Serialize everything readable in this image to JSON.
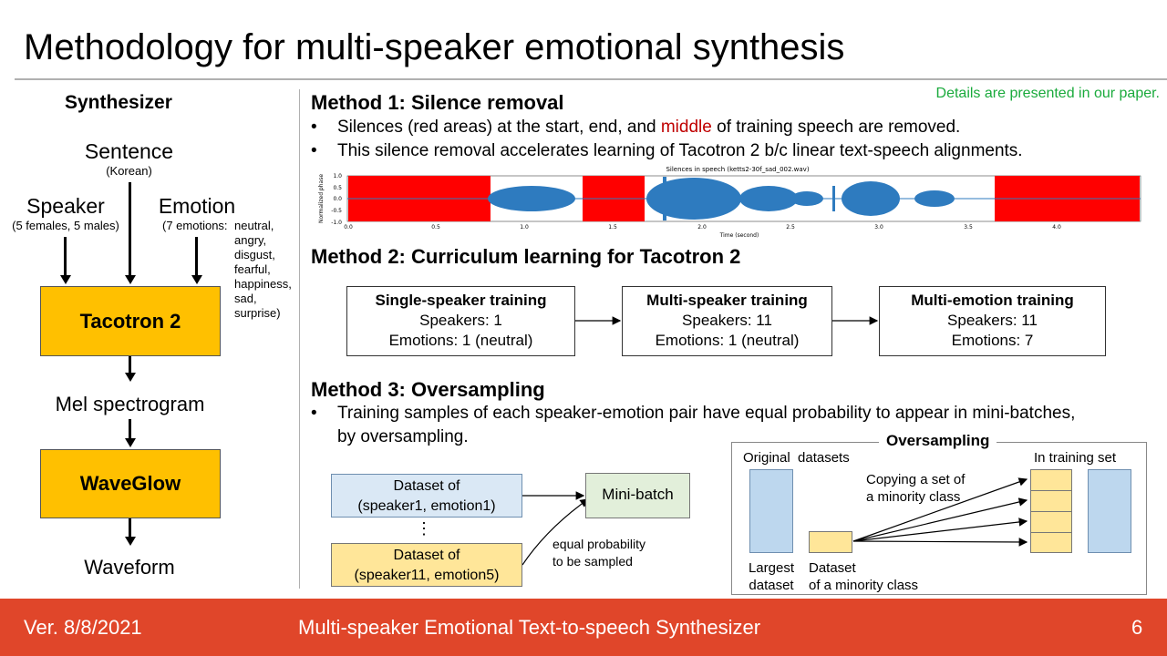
{
  "slide": {
    "title": "Methodology for multi-speaker emotional synthesis",
    "paper_note": "Details are presented in our paper."
  },
  "synth": {
    "heading": "Synthesizer",
    "sentence": "Sentence",
    "sentence_sub": "(Korean)",
    "speaker": "Speaker",
    "speaker_sub": "(5 females, 5 males)",
    "emotion": "Emotion",
    "emotion_sub": "(7 emotions:",
    "emotion_list": [
      "neutral,",
      "angry,",
      "disgust,",
      "fearful,",
      "happiness,",
      "sad,",
      "surprise)"
    ],
    "tacotron": "Tacotron 2",
    "mel": "Mel spectrogram",
    "waveglow": "WaveGlow",
    "waveform": "Waveform"
  },
  "method1": {
    "heading": "Method 1: Silence removal",
    "bullet1_pre": "Silences (red areas) at the start, end, and ",
    "bullet1_red": "middle",
    "bullet1_post": " of training speech are removed.",
    "bullet2": "This silence removal accelerates learning of Tacotron 2 b/c linear text-speech alignments.",
    "plot": {
      "title": "Silences in speech (ketts2-30f_sad_002.wav)",
      "ylabel": "Normalized phase",
      "xlabel": "Time (second)",
      "yticks": [
        "1.0",
        "0.5",
        "0.0",
        "-0.5",
        "-1.0"
      ],
      "xticks": [
        "0.0",
        "0.5",
        "1.0",
        "1.5",
        "2.0",
        "2.5",
        "3.0",
        "3.5",
        "4.0"
      ]
    }
  },
  "method2": {
    "heading": "Method 2: Curriculum learning for Tacotron 2",
    "stages": [
      {
        "title": "Single-speaker training",
        "line1": "Speakers: 1",
        "line2": "Emotions: 1 (neutral)"
      },
      {
        "title": "Multi-speaker training",
        "line1": "Speakers: 11",
        "line2": "Emotions: 1 (neutral)"
      },
      {
        "title": "Multi-emotion training",
        "line1": "Speakers: 11",
        "line2": "Emotions: 7"
      }
    ]
  },
  "method3": {
    "heading": "Method 3: Oversampling",
    "bullet_line1": "Training samples of each speaker-emotion pair have equal probability to appear in mini-batches,",
    "bullet_line2": "by oversampling.",
    "dataset1_l1": "Dataset of",
    "dataset1_l2": "(speaker1, emotion1)",
    "dots": "⋮",
    "dataset2_l1": "Dataset of",
    "dataset2_l2": "(speaker11, emotion5)",
    "minibatch": "Mini-batch",
    "equal_l1": "equal probability",
    "equal_l2": "to be sampled",
    "panel": {
      "title": "Oversampling",
      "original": "Original  datasets",
      "in_training": "In training set",
      "copying_l1": "Copying a set of",
      "copying_l2": "a minority class",
      "largest_l1": "Largest",
      "largest_l2": "dataset",
      "minority_l1": "Dataset",
      "minority_l2": "of a minority class"
    }
  },
  "footer": {
    "version": "Ver. 8/8/2021",
    "name": "Multi-speaker Emotional Text-to-speech Synthesizer",
    "page": "6"
  },
  "colors": {
    "accent_yellow": "#ffc000",
    "footer_orange": "#e0462a",
    "note_green": "#1aaa3c",
    "silence_red": "#ff0000",
    "wave_blue": "#2e7bbf"
  }
}
